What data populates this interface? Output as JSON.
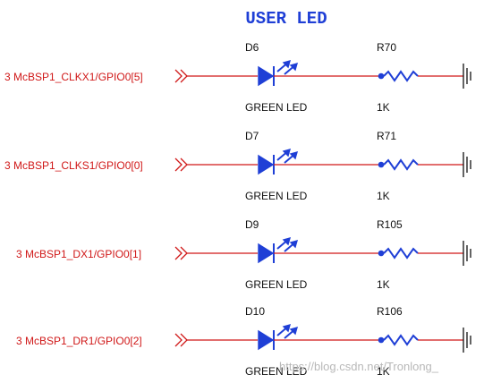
{
  "title": "USER LED",
  "colors": {
    "wire": "#d01818",
    "component": "#1f3fd6",
    "text": "#111111",
    "title": "#1f3fd6",
    "ground": "#111111"
  },
  "channels": [
    {
      "net_label": "3  McBSP1_CLKX1/GPIO0[5]",
      "led_ref": "D6",
      "led_value": "GREEN LED",
      "res_ref": "R70",
      "res_value": "1K"
    },
    {
      "net_label": "3  McBSP1_CLKS1/GPIO0[0]",
      "led_ref": "D7",
      "led_value": "GREEN LED",
      "res_ref": "R71",
      "res_value": "1K"
    },
    {
      "net_label": "3  McBSP1_DX1/GPIO0[1]",
      "led_ref": "D9",
      "led_value": "GREEN LED",
      "res_ref": "R105",
      "res_value": "1K"
    },
    {
      "net_label": "3  McBSP1_DR1/GPIO0[2]",
      "led_ref": "D10",
      "led_value": "GREEN LED",
      "res_ref": "R106",
      "res_value": "1K"
    }
  ],
  "watermark": "https://blog.csdn.net/Tronlong_"
}
